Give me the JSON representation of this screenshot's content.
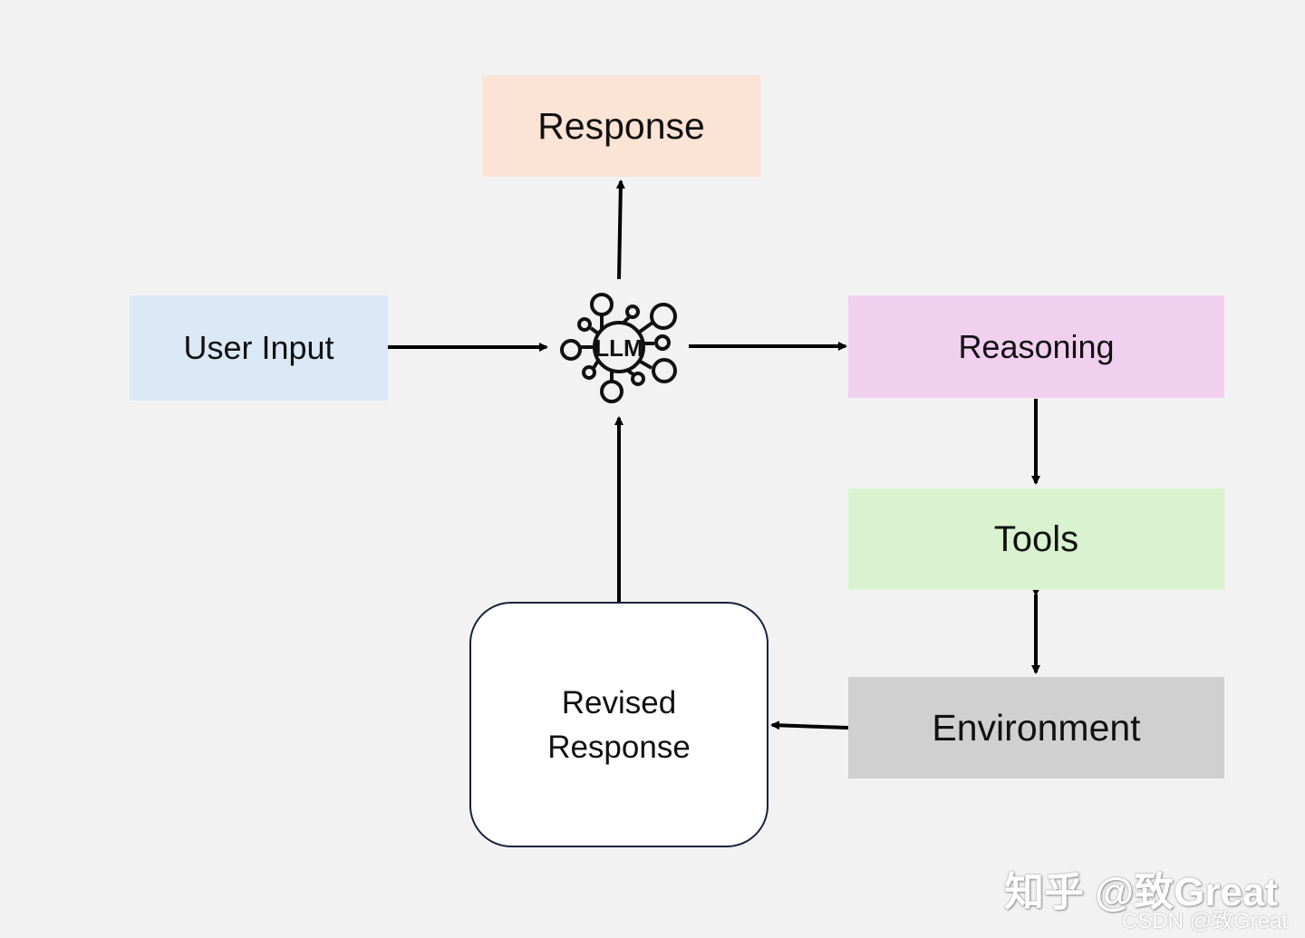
{
  "nodes": {
    "response": "Response",
    "user_input": "User Input",
    "llm": "LLM",
    "reasoning": "Reasoning",
    "tools": "Tools",
    "environment": "Environment",
    "revised_response_line1": "Revised",
    "revised_response_line2": "Response"
  },
  "edges": [
    {
      "from": "User Input",
      "to": "LLM"
    },
    {
      "from": "LLM",
      "to": "Response"
    },
    {
      "from": "LLM",
      "to": "Reasoning"
    },
    {
      "from": "Reasoning",
      "to": "Tools"
    },
    {
      "from": "Tools",
      "to": "Environment",
      "bidirectional": true
    },
    {
      "from": "Environment",
      "to": "Revised Response"
    },
    {
      "from": "Revised Response",
      "to": "LLM"
    }
  ],
  "watermark": {
    "main": "知乎 @致Great",
    "sub": "CSDN @致Great"
  },
  "colors": {
    "background": "#f2f2f2",
    "response": "#fbe3d6",
    "user_input": "#dbe8f6",
    "reasoning": "#f1cfef",
    "tools": "#d9f3d0",
    "environment": "#d0d0d0",
    "revised_response": "#ffffff"
  },
  "icons": [
    "llm-network-icon"
  ]
}
